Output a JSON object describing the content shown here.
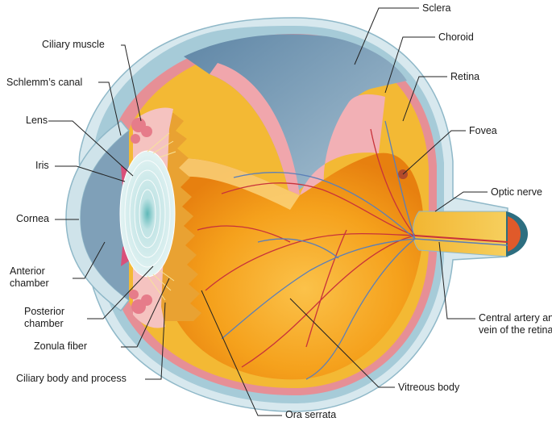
{
  "labels": {
    "sclera": "Sclera",
    "choroid": "Choroid",
    "retina": "Retina",
    "fovea": "Fovea",
    "optic_nerve": "Optic nerve",
    "central_artery_line1": "Central artery and",
    "central_artery_line2": "vein of the retina",
    "vitreous_body": "Vitreous body",
    "ora_serrata": "Ora serrata",
    "ciliary_body": "Ciliary body and process",
    "zonula_fiber": "Zonula fiber",
    "posterior_chamber_line1": "Posterior",
    "posterior_chamber_line2": "chamber",
    "anterior_chamber_line1": "Anterior",
    "anterior_chamber_line2": "chamber",
    "cornea": "Cornea",
    "iris": "Iris",
    "lens": "Lens",
    "schlemms_canal": "Schlemm’s canal",
    "ciliary_muscle": "Ciliary muscle"
  },
  "colors": {
    "sclera_outer": "#cfe3ea",
    "sclera_band": "#9fc6d4",
    "choroid": "#e58d93",
    "retina": "#f2b632",
    "vitreous": "#f4a21a",
    "vitreous_light": "#fbd36a",
    "cut_face": "#f0a8ad",
    "inner_blue": "#7d9fb8",
    "lens": "#d6eef0",
    "vessel_red": "#c8323a",
    "vessel_blue": "#5b7fb8",
    "nerve": "#f2c23a",
    "leader": "#222222"
  }
}
